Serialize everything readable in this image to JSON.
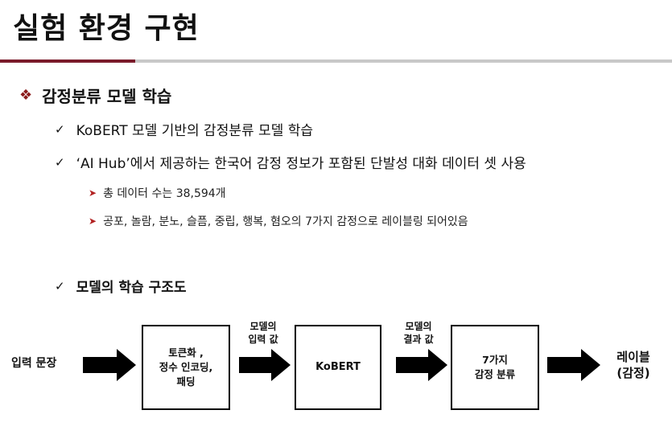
{
  "title": "실험 환경 구현",
  "section": {
    "icon": "diamond-bullet-icon",
    "heading": "감정분류 모델 학습"
  },
  "bullets": [
    "KoBERT 모델 기반의 감정분류 모델 학습",
    "‘AI Hub’에서 제공하는 한국어 감정 정보가 포함된 단발성 대화 데이터 셋 사용"
  ],
  "sub_bullets": [
    "총 데이터 수는 38,594개",
    "공포, 놀람, 분노, 슬픔, 중립, 행복, 혐오의 7가지 감정으로 레이블링 되어있음"
  ],
  "structure_heading": "모델의 학습 구조도",
  "diagram": {
    "input_label": "입력 문장",
    "box1": [
      "토큰화 ,",
      "정수 인코딩,",
      "패딩"
    ],
    "edge1": [
      "모델의",
      "입력 값"
    ],
    "box2": "KoBERT",
    "edge2": [
      "모델의",
      "결과 값"
    ],
    "box3": [
      "7가지",
      "감정 분류"
    ],
    "output_label": [
      "레이블",
      "(감정)"
    ]
  },
  "colors": {
    "accent_bar": "#7a1a2a",
    "rule": "#c8c8c8",
    "bullet_red": "#b22222"
  }
}
